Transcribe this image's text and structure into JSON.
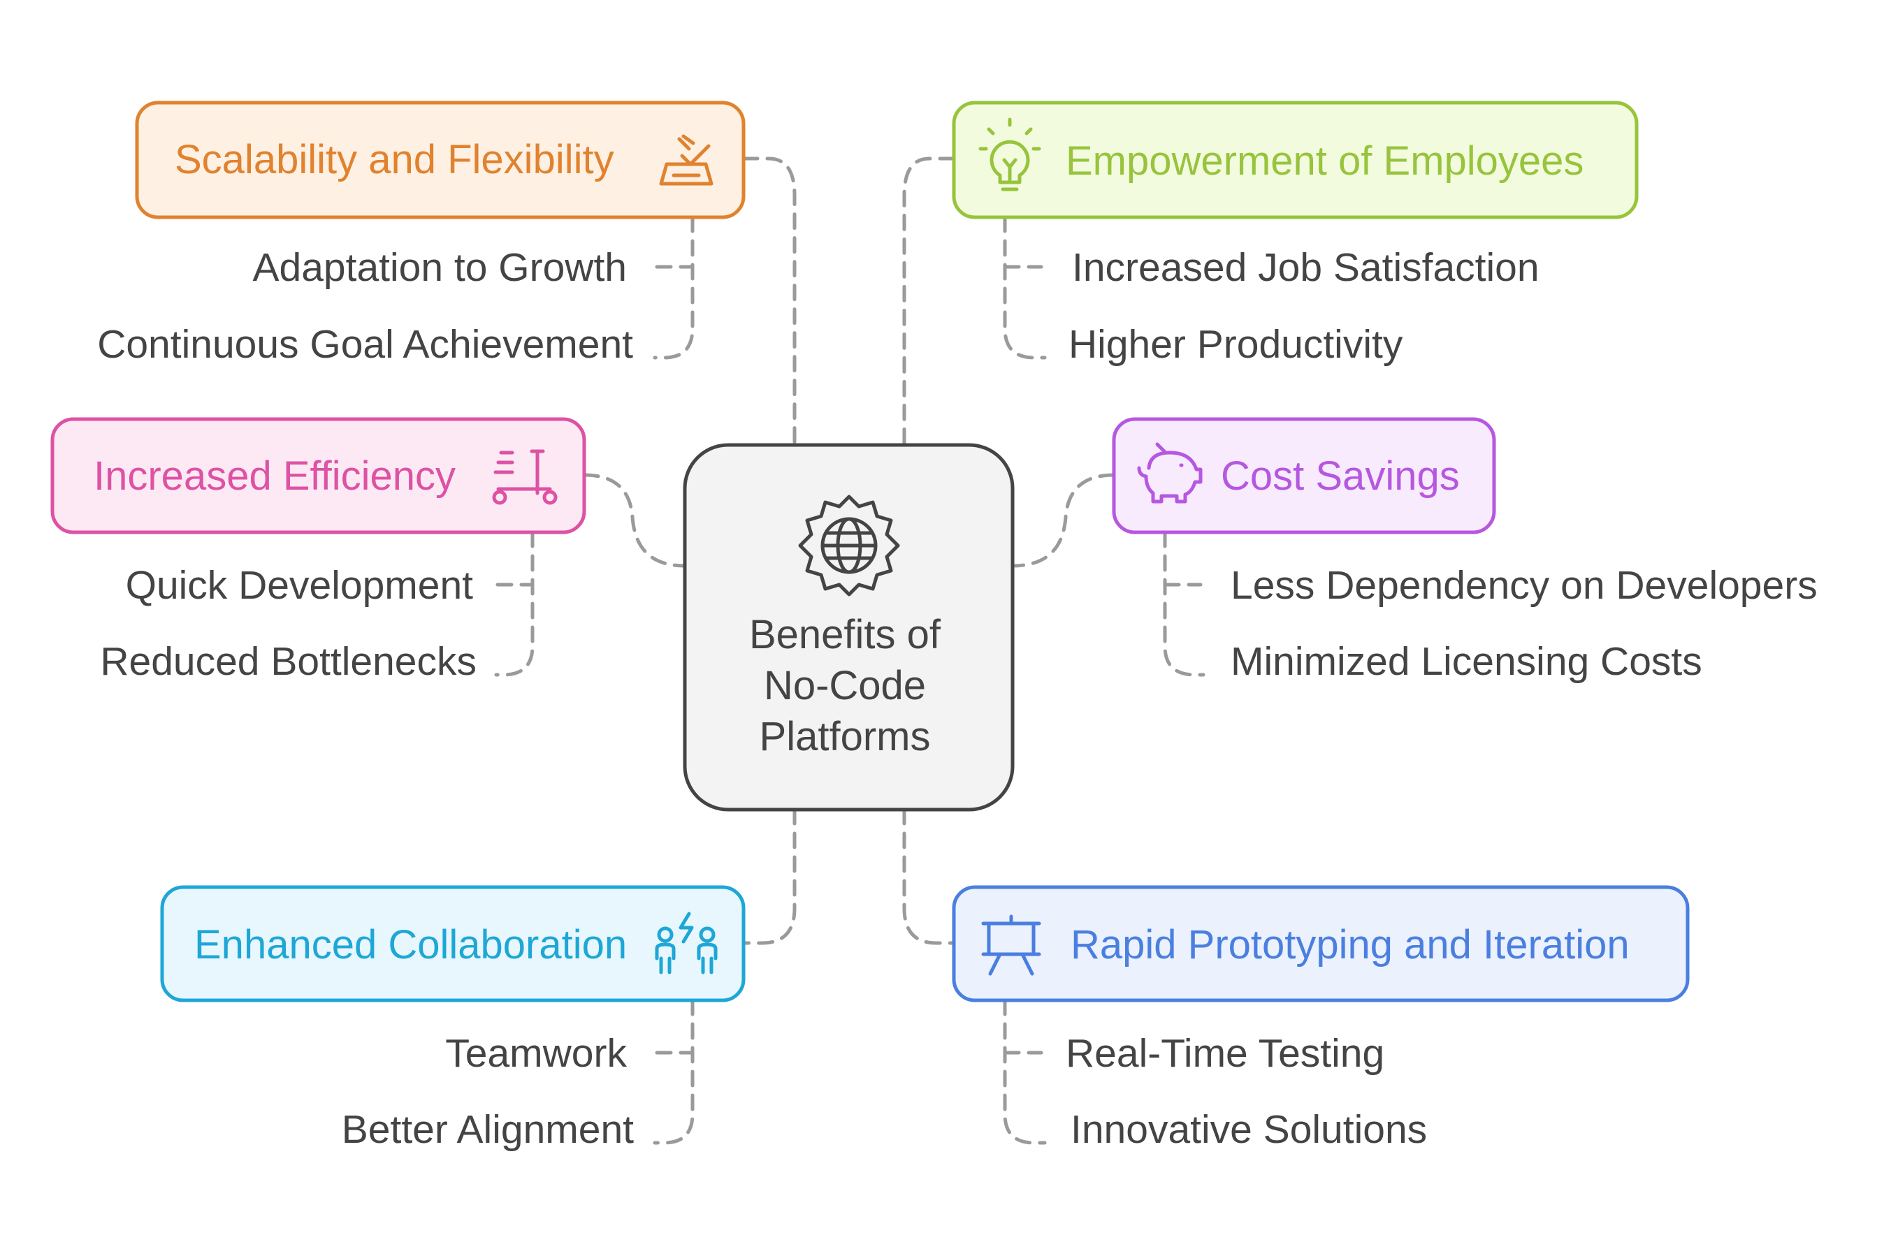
{
  "center": {
    "lines": [
      "Benefits of",
      "No-Code",
      "Platforms"
    ],
    "icon": "globe-gear-icon"
  },
  "branches": [
    {
      "label": "Scalability and Flexibility",
      "icon": "scale-checkmark-icon",
      "color": "#E0822E",
      "fill": "#FEF0E3",
      "items": [
        "Adaptation to Growth",
        "Continuous Goal Achievement"
      ]
    },
    {
      "label": "Empowerment of Employees",
      "icon": "lightbulb-icon",
      "color": "#97C43C",
      "fill": "#F3FBDF",
      "items": [
        "Increased Job Satisfaction",
        "Higher Productivity"
      ]
    },
    {
      "label": "Increased Efficiency",
      "icon": "scooter-icon",
      "color": "#DD52A4",
      "fill": "#FDE9F4",
      "items": [
        "Quick Development",
        "Reduced Bottlenecks"
      ]
    },
    {
      "label": "Cost Savings",
      "icon": "piggy-bank-icon",
      "color": "#B657E0",
      "fill": "#F8EBFD",
      "items": [
        "Less Dependency on Developers",
        "Minimized Licensing Costs"
      ]
    },
    {
      "label": "Enhanced Collaboration",
      "icon": "people-lightning-icon",
      "color": "#1EA7D6",
      "fill": "#E7F7FD",
      "items": [
        "Teamwork",
        "Better Alignment"
      ]
    },
    {
      "label": "Rapid Prototyping and Iteration",
      "icon": "easel-icon",
      "color": "#4A7FE0",
      "fill": "#EBF1FD",
      "items": [
        "Real-Time Testing",
        "Innovative Solutions"
      ]
    }
  ]
}
